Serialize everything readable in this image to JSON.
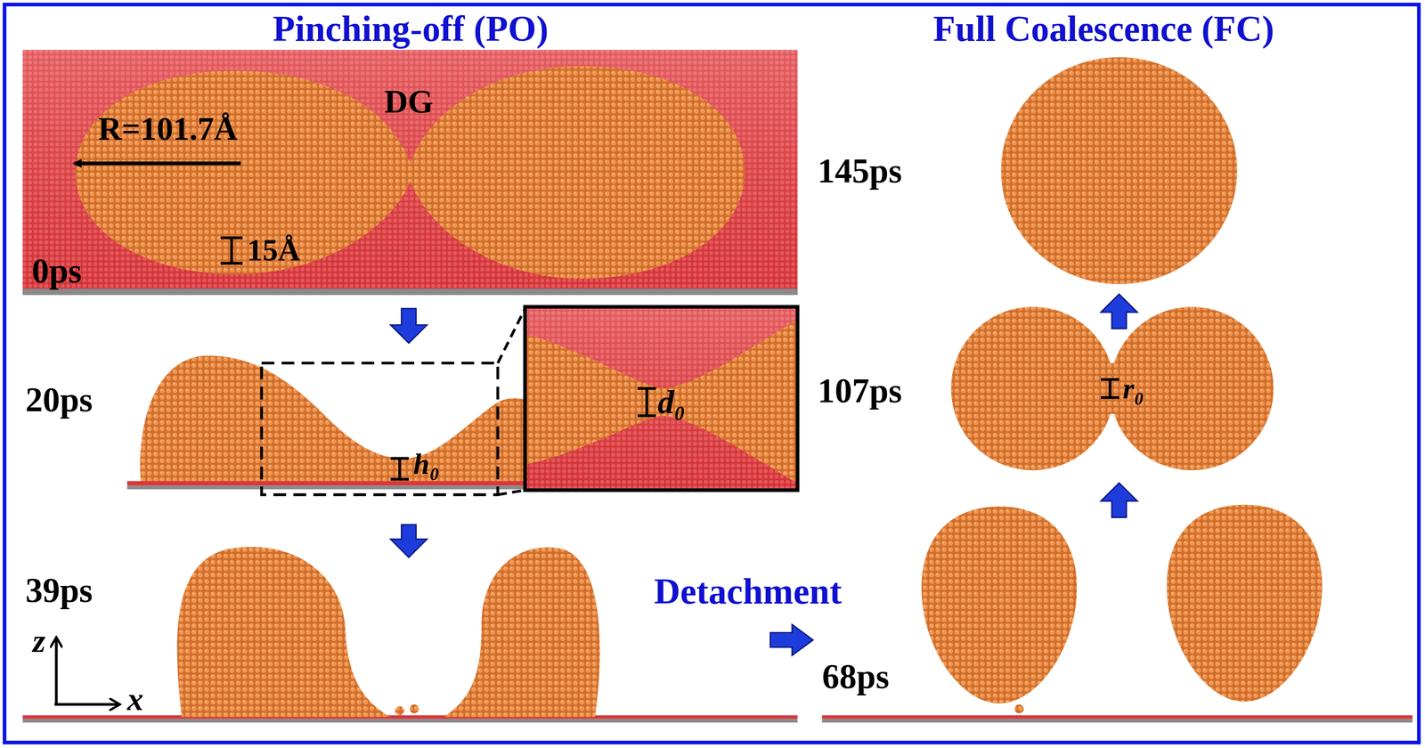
{
  "diagram": {
    "labels": [
      "Pinching-off (PO)",
      "Full Coalescence (FC)",
      "DG",
      "R=101.7Å",
      "15Å",
      "0ps",
      "20ps",
      "d₀",
      "h₀",
      "39ps",
      "z",
      "x",
      "Detachment",
      "68ps",
      "107ps",
      "r₀",
      "145ps"
    ]
  }
}
